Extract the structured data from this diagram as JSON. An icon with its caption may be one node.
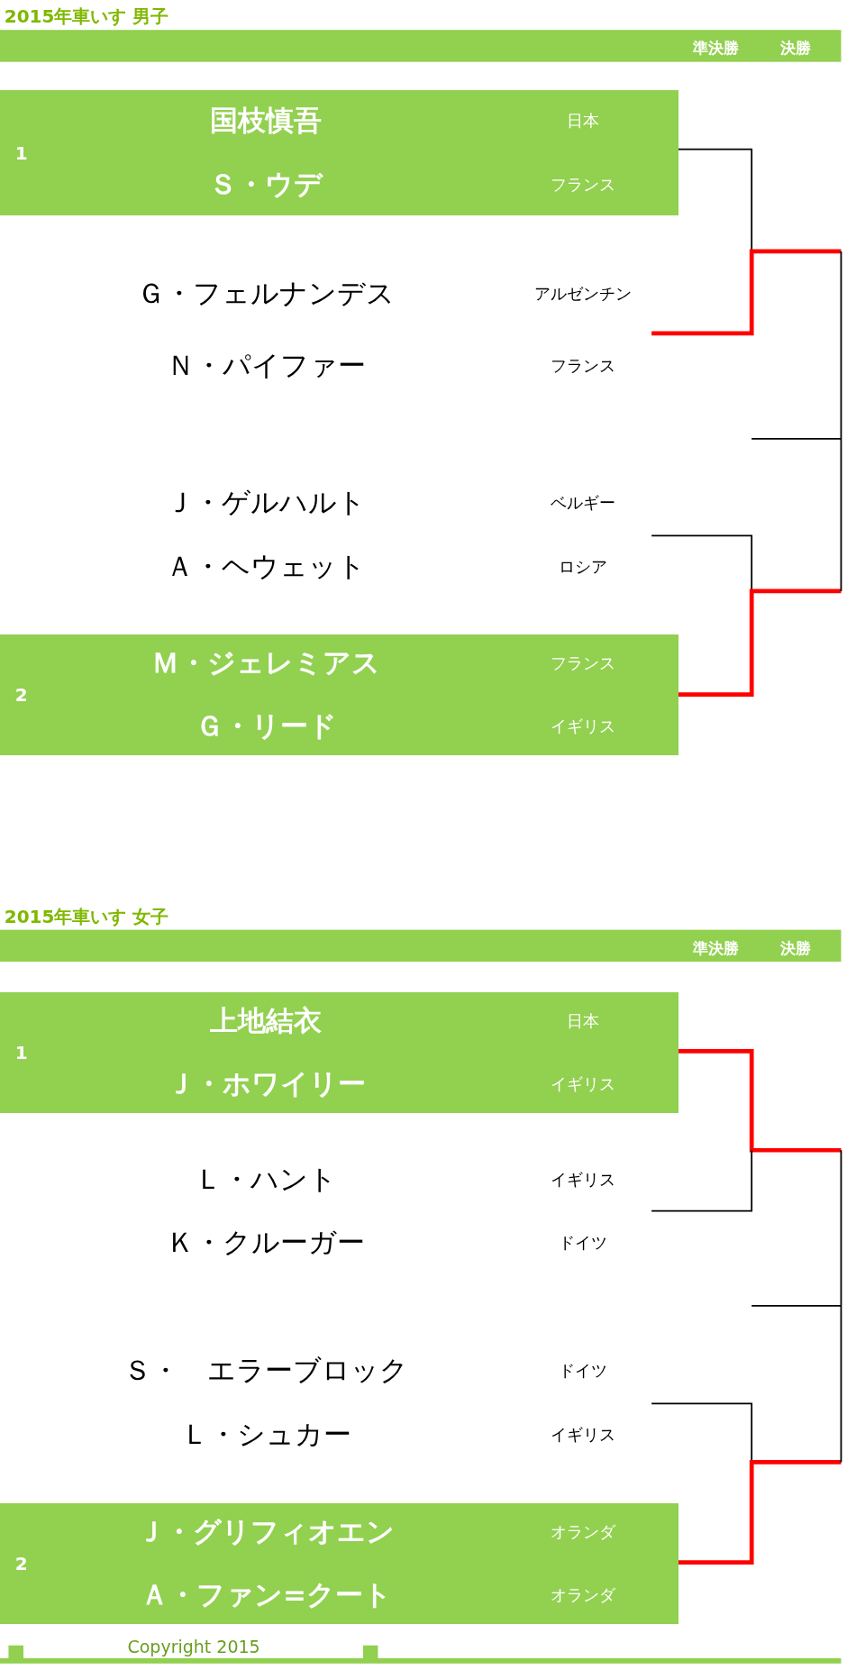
{
  "diagram": {
    "nodes": [
      {
        "text": [
          "1",
          "国枝慎吾",
          "日本",
          "Ｓ・ウデ",
          "フランス"
        ]
      },
      {
        "text": [
          "Ｇ・フェルナンデス",
          "アルゼンチン",
          "Ｎ・パイファー",
          "フランス"
        ]
      },
      {
        "text": [
          "Ｊ・ゲルハルト",
          "ベルギー",
          "Ａ・ヘウェット",
          "ロシア"
        ]
      },
      {
        "text": [
          "2",
          "Ｍ・ジェレミアス",
          "フランス",
          "Ｇ・リード",
          "イギリス"
        ]
      },
      {
        "text": [
          "1",
          "上地結衣",
          "日本",
          "Ｊ・ホワイリー",
          "イギリス"
        ]
      },
      {
        "text": [
          "Ｌ・ハント",
          "イギリス",
          "Ｋ・クルーガー",
          "ドイツ"
        ]
      },
      {
        "text": [
          "Ｓ・　エラーブロック",
          "ドイツ",
          "Ｌ・シュカー",
          "イギリス"
        ]
      },
      {
        "text": [
          "2",
          "Ｊ・グリフィオエン",
          "オランダ",
          "Ａ・ファン=クート",
          "オランダ"
        ]
      }
    ],
    "edges": [
      {
        "from": 0,
        "to": null,
        "arrow": "none"
      },
      {
        "from": 1,
        "to": null,
        "arrow": "none",
        "style": "thick",
        "color": "#ff0000"
      },
      {
        "from": 2,
        "to": null,
        "arrow": "none"
      },
      {
        "from": 3,
        "to": null,
        "arrow": "none",
        "style": "thick",
        "color": "#ff0000"
      },
      {
        "from": 4,
        "to": null,
        "arrow": "none",
        "style": "thick",
        "color": "#ff0000"
      },
      {
        "from": 5,
        "to": null,
        "arrow": "none"
      },
      {
        "from": 6,
        "to": null,
        "arrow": "none"
      },
      {
        "from": 7,
        "to": null,
        "arrow": "none",
        "style": "thick",
        "color": "#ff0000"
      }
    ],
    "labels": [
      "2015年車いす 男子",
      "準決勝",
      "決勝",
      "2015年車いす 女子",
      "準決勝",
      "決勝",
      "Copyright 2015"
    ]
  }
}
